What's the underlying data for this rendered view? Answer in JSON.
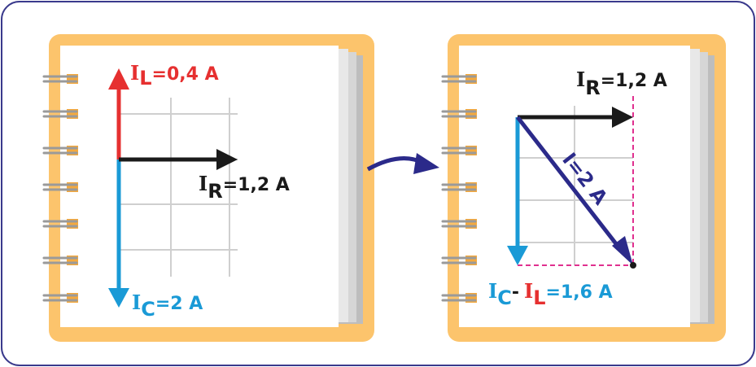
{
  "colors": {
    "frame": "#3a3a8c",
    "notebook_cover": "#fcc46c",
    "page": "#ffffff",
    "page_stack": "#d9d9d9",
    "grid": "#cfcfcf",
    "red": "#e63030",
    "blue": "#1a9ad6",
    "black": "#1a1a1a",
    "navy": "#2b2a8a",
    "magenta": "#e0308f",
    "ring": "#9a9a9a",
    "ring_tab": "#f4a93e"
  },
  "left_panel": {
    "il": {
      "symbol": "I",
      "sub": "L",
      "value": "=0,4 A"
    },
    "ir": {
      "symbol": "I",
      "sub": "R",
      "value": "=1,2 A"
    },
    "ic": {
      "symbol": "I",
      "sub": "C",
      "value": "=2 A"
    }
  },
  "right_panel": {
    "ir": {
      "symbol": "I",
      "sub": "R",
      "value": "=1,2 A"
    },
    "i_total": "I=2 A",
    "bottom": {
      "ic_symbol": "I",
      "ic_sub": "C",
      "minus": "-",
      "il_symbol": "I",
      "il_sub": "L",
      "value": "=1,6 A"
    }
  },
  "icons": [
    "spiral-ring-icon",
    "curved-arrow-icon"
  ]
}
